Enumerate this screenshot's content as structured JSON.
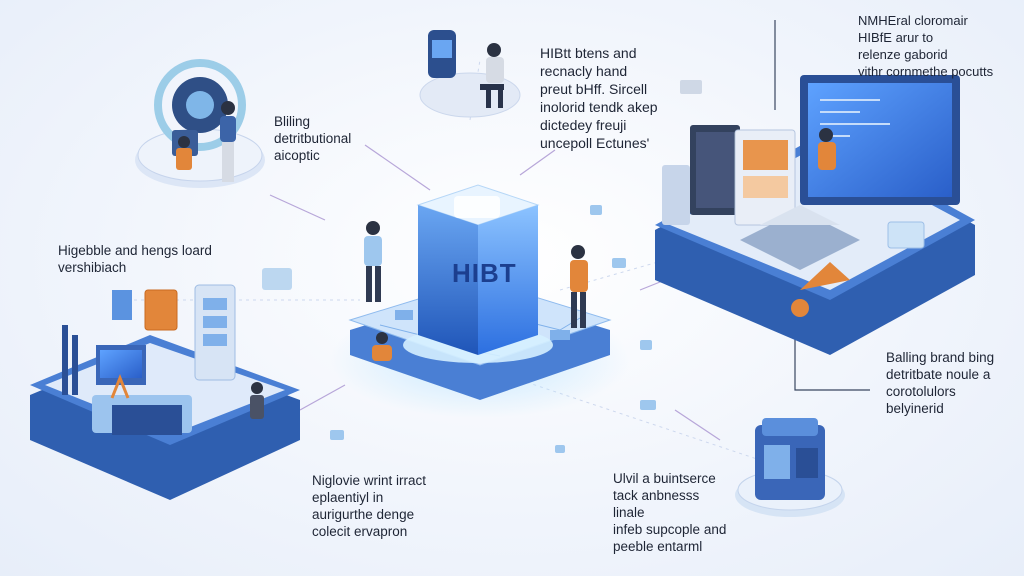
{
  "hub": {
    "label": "HIBT"
  },
  "annotations": {
    "top_left": "Bliling\ndetritbutional\naicoptic",
    "top_center": "HIBtt btens and\nrecnacly hand\npreut bHff. Sircell\ninolorid tendk akep\ndictedey freuji\nuncepoll Ectunes'",
    "top_right": "NMHEral cloromair\nHIBfE arur to\nrelenze gaborid\nvithr cornmethe pocutts",
    "left": "Higebble and hengs loard\nvershibiach",
    "right": "Balling brand bing\ndetritbate noule a\ncorotolulors\nbelyinerid",
    "bottom_center": "Niglovie wrint irract\neplaentiyl in\naurigurthe denge\ncolecit ervapron",
    "bottom_right": "Ulvil a buintserce\ntack anbnesss\nlinale\ninfeb supcople and\npeeble entarml"
  },
  "colors": {
    "accent": "#3f7be0",
    "platform": "#4a7fd4",
    "platform_dark": "#2f5fb0",
    "highlight": "#e58a3c",
    "line": "#b7a6d9"
  }
}
